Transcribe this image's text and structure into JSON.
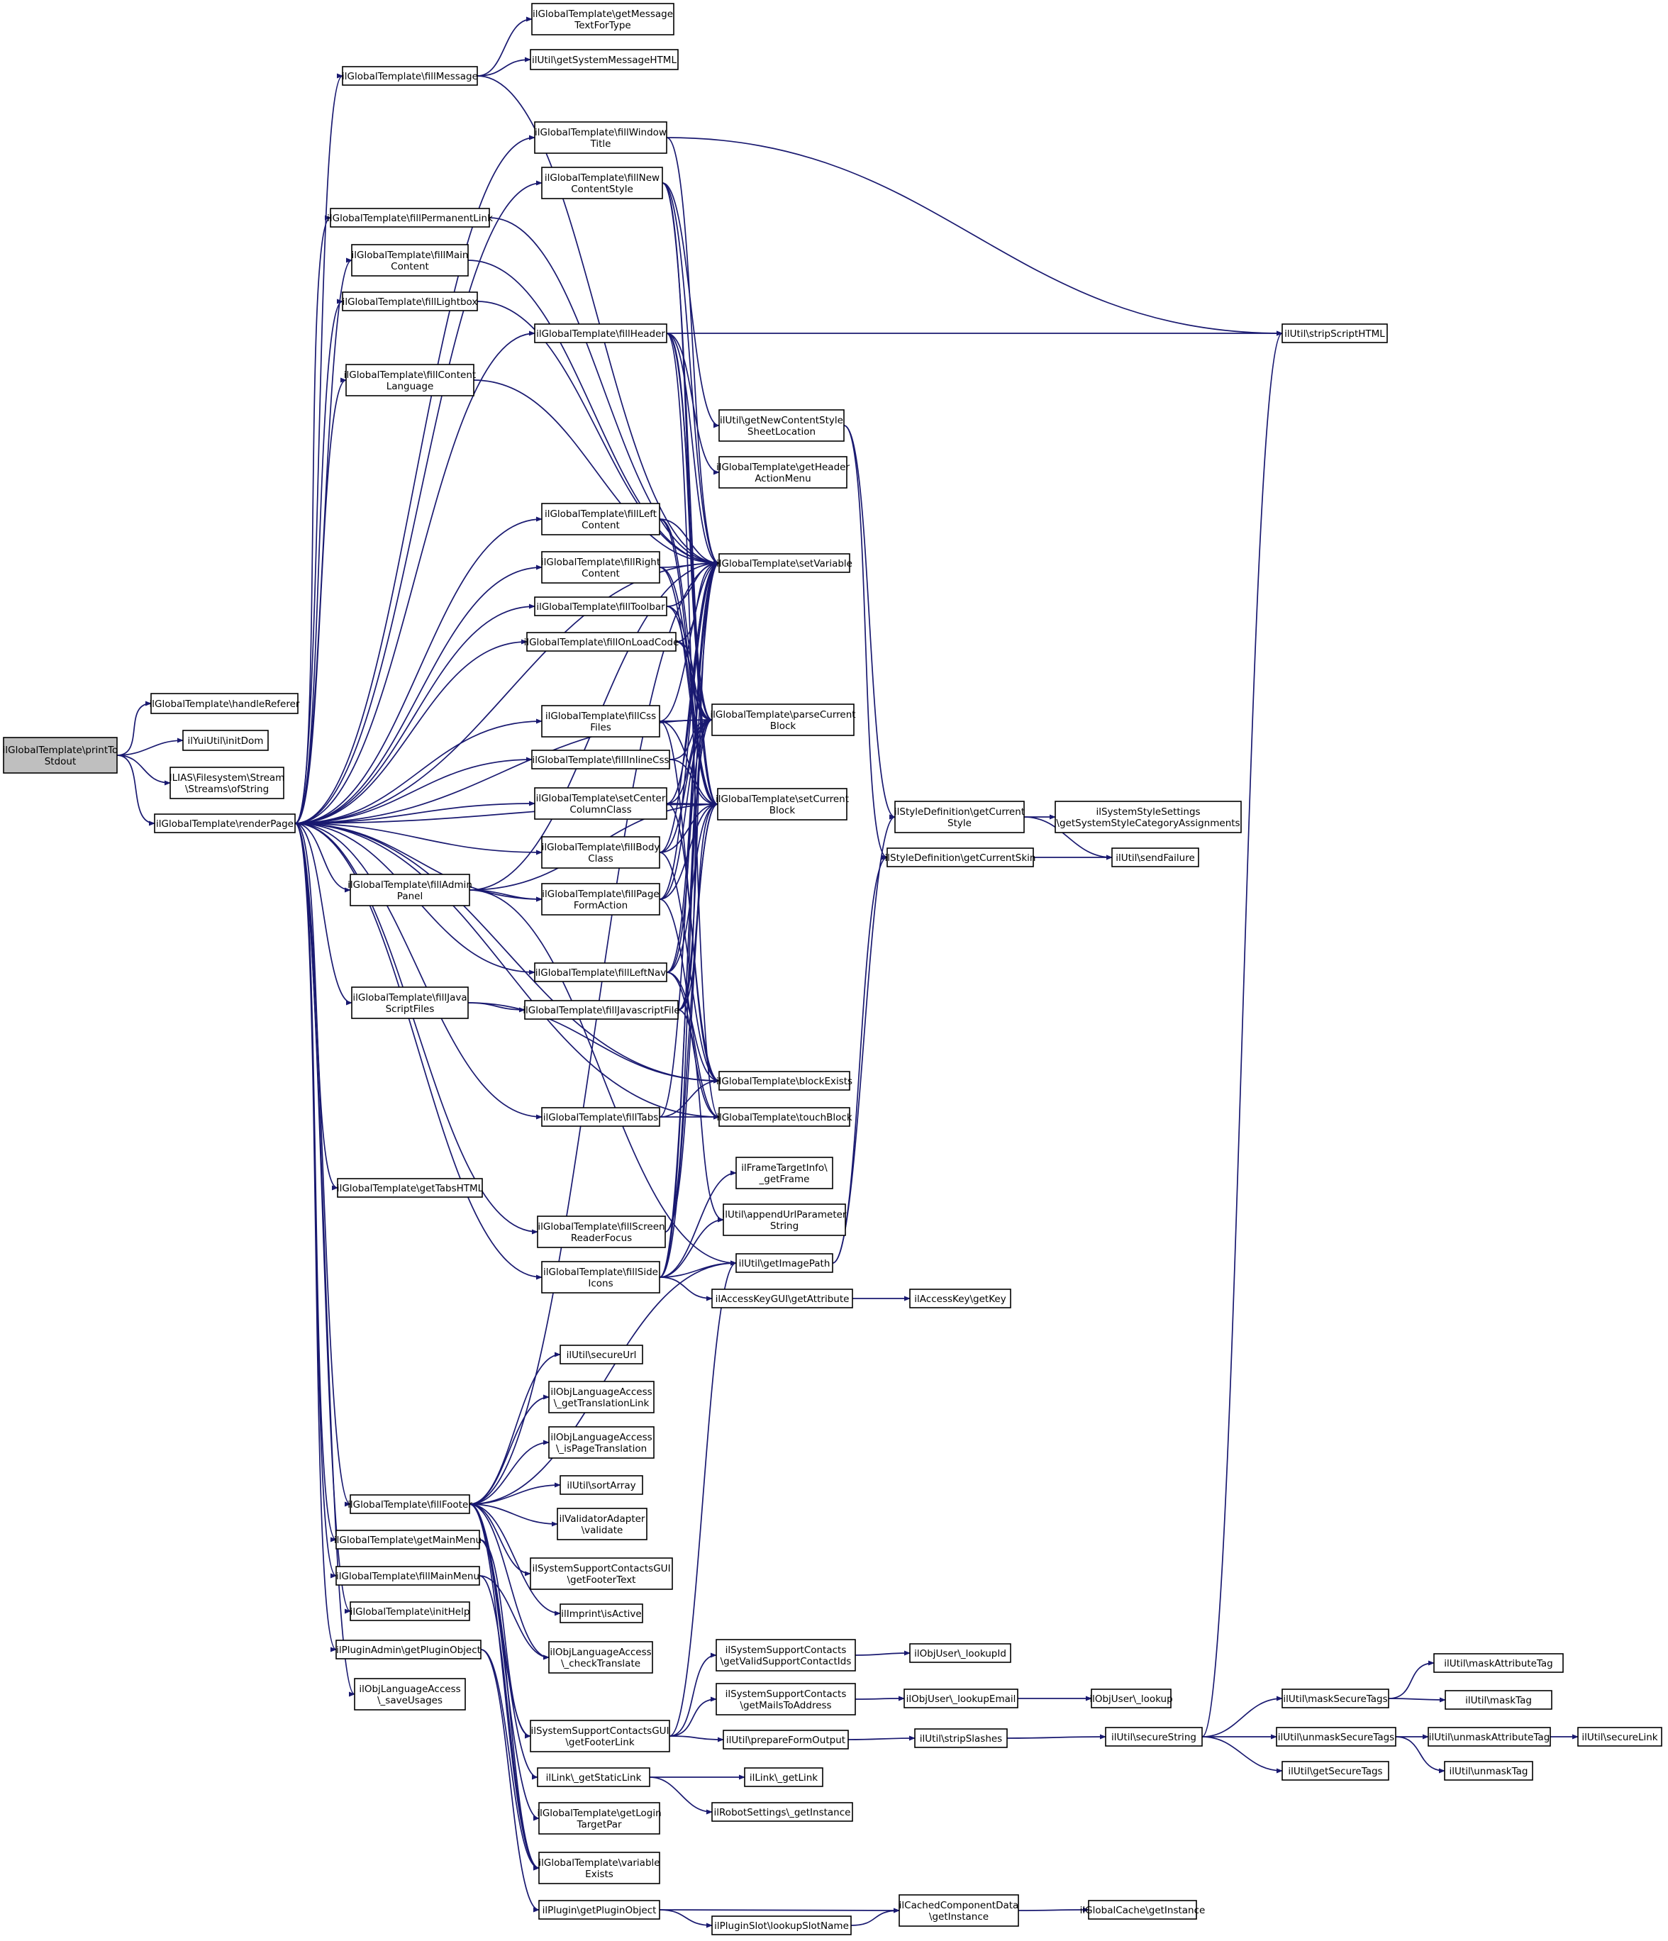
{
  "root": "n0",
  "nodes": [
    {
      "id": "n0",
      "lines": [
        "ilGlobalTemplate\\printTo",
        "Stdout"
      ],
      "root": true
    },
    {
      "id": "n1",
      "lines": [
        "ilGlobalTemplate\\handleReferer"
      ]
    },
    {
      "id": "n2",
      "lines": [
        "ilYuiUtil\\initDom"
      ]
    },
    {
      "id": "n3",
      "lines": [
        "ILIAS\\Filesystem\\Stream",
        "\\Streams\\ofString"
      ]
    },
    {
      "id": "n4",
      "lines": [
        "ilGlobalTemplate\\renderPage"
      ]
    },
    {
      "id": "n5",
      "lines": [
        "ilGlobalTemplate\\getMessage",
        "TextForType"
      ]
    },
    {
      "id": "n6",
      "lines": [
        "ilUtil\\getSystemMessageHTML"
      ]
    },
    {
      "id": "n7",
      "lines": [
        "ilGlobalTemplate\\fillMessage"
      ]
    },
    {
      "id": "n8",
      "lines": [
        "ilGlobalTemplate\\fillWindow",
        "Title"
      ]
    },
    {
      "id": "n9",
      "lines": [
        "ilGlobalTemplate\\fillNew",
        "ContentStyle"
      ]
    },
    {
      "id": "n10",
      "lines": [
        "ilGlobalTemplate\\fillPermanentLink"
      ]
    },
    {
      "id": "n11",
      "lines": [
        "ilGlobalTemplate\\fillMain",
        "Content"
      ]
    },
    {
      "id": "n12",
      "lines": [
        "ilGlobalTemplate\\fillLightbox"
      ]
    },
    {
      "id": "n13",
      "lines": [
        "ilGlobalTemplate\\fillHeader"
      ]
    },
    {
      "id": "n14",
      "lines": [
        "ilUtil\\stripScriptHTML"
      ]
    },
    {
      "id": "n15",
      "lines": [
        "ilGlobalTemplate\\fillContent",
        "Language"
      ]
    },
    {
      "id": "n16",
      "lines": [
        "ilUtil\\getNewContentStyle",
        "SheetLocation"
      ]
    },
    {
      "id": "n17",
      "lines": [
        "ilGlobalTemplate\\getHeader",
        "ActionMenu"
      ]
    },
    {
      "id": "n18",
      "lines": [
        "ilGlobalTemplate\\fillLeft",
        "Content"
      ]
    },
    {
      "id": "n19",
      "lines": [
        "ilGlobalTemplate\\setVariable"
      ]
    },
    {
      "id": "n20",
      "lines": [
        "ilGlobalTemplate\\fillRight",
        "Content"
      ]
    },
    {
      "id": "n21",
      "lines": [
        "ilGlobalTemplate\\fillToolbar"
      ]
    },
    {
      "id": "n22",
      "lines": [
        "ilGlobalTemplate\\fillOnLoadCode"
      ]
    },
    {
      "id": "n23",
      "lines": [
        "ilGlobalTemplate\\fillCss",
        "Files"
      ]
    },
    {
      "id": "n24",
      "lines": [
        "ilGlobalTemplate\\parseCurrent",
        "Block"
      ]
    },
    {
      "id": "n25",
      "lines": [
        "ilGlobalTemplate\\fillInlineCss"
      ]
    },
    {
      "id": "n26",
      "lines": [
        "ilGlobalTemplate\\setCenter",
        "ColumnClass"
      ]
    },
    {
      "id": "n27",
      "lines": [
        "ilGlobalTemplate\\setCurrent",
        "Block"
      ]
    },
    {
      "id": "n28",
      "lines": [
        "ilStyleDefinition\\getCurrent",
        "Style"
      ]
    },
    {
      "id": "n29",
      "lines": [
        "ilSystemStyleSettings",
        "\\getSystemStyleCategoryAssignments"
      ]
    },
    {
      "id": "n30",
      "lines": [
        "ilGlobalTemplate\\fillBody",
        "Class"
      ]
    },
    {
      "id": "n31",
      "lines": [
        "ilStyleDefinition\\getCurrentSkin"
      ]
    },
    {
      "id": "n32",
      "lines": [
        "ilUtil\\sendFailure"
      ]
    },
    {
      "id": "n33",
      "lines": [
        "ilGlobalTemplate\\fillAdmin",
        "Panel"
      ]
    },
    {
      "id": "n34",
      "lines": [
        "ilGlobalTemplate\\fillPage",
        "FormAction"
      ]
    },
    {
      "id": "n35",
      "lines": [
        "ilGlobalTemplate\\fillLeftNav"
      ]
    },
    {
      "id": "n36",
      "lines": [
        "ilGlobalTemplate\\fillJava",
        "ScriptFiles"
      ]
    },
    {
      "id": "n37",
      "lines": [
        "ilGlobalTemplate\\fillJavascriptFile"
      ]
    },
    {
      "id": "n38",
      "lines": [
        "ilGlobalTemplate\\blockExists"
      ]
    },
    {
      "id": "n39",
      "lines": [
        "ilGlobalTemplate\\fillTabs"
      ]
    },
    {
      "id": "n40",
      "lines": [
        "ilGlobalTemplate\\touchBlock"
      ]
    },
    {
      "id": "n41",
      "lines": [
        "ilFrameTargetInfo\\",
        "_getFrame"
      ]
    },
    {
      "id": "n42",
      "lines": [
        "ilGlobalTemplate\\getTabsHTML"
      ]
    },
    {
      "id": "n43",
      "lines": [
        "ilUtil\\appendUrlParameter",
        "String"
      ]
    },
    {
      "id": "n44",
      "lines": [
        "ilGlobalTemplate\\fillScreen",
        "ReaderFocus"
      ]
    },
    {
      "id": "n45",
      "lines": [
        "ilUtil\\getImagePath"
      ]
    },
    {
      "id": "n46",
      "lines": [
        "ilGlobalTemplate\\fillSide",
        "Icons"
      ]
    },
    {
      "id": "n47",
      "lines": [
        "ilAccessKeyGUI\\getAttribute"
      ]
    },
    {
      "id": "n48",
      "lines": [
        "ilAccessKey\\getKey"
      ]
    },
    {
      "id": "n49",
      "lines": [
        "ilUtil\\secureUrl"
      ]
    },
    {
      "id": "n50",
      "lines": [
        "ilObjLanguageAccess",
        "\\_getTranslationLink"
      ]
    },
    {
      "id": "n51",
      "lines": [
        "ilObjLanguageAccess",
        "\\_isPageTranslation"
      ]
    },
    {
      "id": "n52",
      "lines": [
        "ilUtil\\sortArray"
      ]
    },
    {
      "id": "n53",
      "lines": [
        "ilGlobalTemplate\\fillFooter"
      ]
    },
    {
      "id": "n54",
      "lines": [
        "ilValidatorAdapter",
        "\\validate"
      ]
    },
    {
      "id": "n55",
      "lines": [
        "ilGlobalTemplate\\getMainMenu"
      ]
    },
    {
      "id": "n56",
      "lines": [
        "ilSystemSupportContactsGUI",
        "\\getFooterText"
      ]
    },
    {
      "id": "n57",
      "lines": [
        "ilGlobalTemplate\\fillMainMenu"
      ]
    },
    {
      "id": "n58",
      "lines": [
        "ilImprint\\isActive"
      ]
    },
    {
      "id": "n59",
      "lines": [
        "ilGlobalTemplate\\initHelp"
      ]
    },
    {
      "id": "n60",
      "lines": [
        "ilObjLanguageAccess",
        "\\_checkTranslate"
      ]
    },
    {
      "id": "n61",
      "lines": [
        "ilPluginAdmin\\getPluginObject"
      ]
    },
    {
      "id": "n62",
      "lines": [
        "ilSystemSupportContacts",
        "\\getValidSupportContactIds"
      ]
    },
    {
      "id": "n63",
      "lines": [
        "ilObjUser\\_lookupId"
      ]
    },
    {
      "id": "n64",
      "lines": [
        "ilObjLanguageAccess",
        "\\_saveUsages"
      ]
    },
    {
      "id": "n65",
      "lines": [
        "ilUtil\\maskAttributeTag"
      ]
    },
    {
      "id": "n66",
      "lines": [
        "ilSystemSupportContacts",
        "\\getMailsToAddress"
      ]
    },
    {
      "id": "n67",
      "lines": [
        "ilObjUser\\_lookupEmail"
      ]
    },
    {
      "id": "n68",
      "lines": [
        "ilObjUser\\_lookup"
      ]
    },
    {
      "id": "n69",
      "lines": [
        "ilUtil\\maskSecureTags"
      ]
    },
    {
      "id": "n70",
      "lines": [
        "ilUtil\\maskTag"
      ]
    },
    {
      "id": "n71",
      "lines": [
        "ilSystemSupportContactsGUI",
        "\\getFooterLink"
      ]
    },
    {
      "id": "n72",
      "lines": [
        "ilUtil\\prepareFormOutput"
      ]
    },
    {
      "id": "n73",
      "lines": [
        "ilUtil\\stripSlashes"
      ]
    },
    {
      "id": "n74",
      "lines": [
        "ilUtil\\secureString"
      ]
    },
    {
      "id": "n75",
      "lines": [
        "ilUtil\\unmaskSecureTags"
      ]
    },
    {
      "id": "n76",
      "lines": [
        "ilUtil\\unmaskAttributeTag"
      ]
    },
    {
      "id": "n77",
      "lines": [
        "ilUtil\\secureLink"
      ]
    },
    {
      "id": "n78",
      "lines": [
        "ilUtil\\getSecureTags"
      ]
    },
    {
      "id": "n79",
      "lines": [
        "ilUtil\\unmaskTag"
      ]
    },
    {
      "id": "n80",
      "lines": [
        "ilLink\\_getStaticLink"
      ]
    },
    {
      "id": "n81",
      "lines": [
        "ilLink\\_getLink"
      ]
    },
    {
      "id": "n82",
      "lines": [
        "ilRobotSettings\\_getInstance"
      ]
    },
    {
      "id": "n83",
      "lines": [
        "ilGlobalTemplate\\getLogin",
        "TargetPar"
      ]
    },
    {
      "id": "n84",
      "lines": [
        "ilGlobalTemplate\\variable",
        "Exists"
      ]
    },
    {
      "id": "n85",
      "lines": [
        "ilPlugin\\getPluginObject"
      ]
    },
    {
      "id": "n86",
      "lines": [
        "ilCachedComponentData",
        "\\getInstance"
      ]
    },
    {
      "id": "n87",
      "lines": [
        "ilGlobalCache\\getInstance"
      ]
    },
    {
      "id": "n88",
      "lines": [
        "ilPluginSlot\\lookupSlotName"
      ]
    }
  ],
  "edges": [
    [
      "n0",
      "n1"
    ],
    [
      "n0",
      "n2"
    ],
    [
      "n0",
      "n3"
    ],
    [
      "n0",
      "n4"
    ],
    [
      "n4",
      "n7"
    ],
    [
      "n4",
      "n8"
    ],
    [
      "n4",
      "n9"
    ],
    [
      "n4",
      "n10"
    ],
    [
      "n4",
      "n11"
    ],
    [
      "n4",
      "n12"
    ],
    [
      "n4",
      "n13"
    ],
    [
      "n4",
      "n15"
    ],
    [
      "n4",
      "n18"
    ],
    [
      "n4",
      "n20"
    ],
    [
      "n4",
      "n21"
    ],
    [
      "n4",
      "n22"
    ],
    [
      "n4",
      "n23"
    ],
    [
      "n4",
      "n25"
    ],
    [
      "n4",
      "n26"
    ],
    [
      "n4",
      "n30"
    ],
    [
      "n4",
      "n33"
    ],
    [
      "n4",
      "n34"
    ],
    [
      "n4",
      "n35"
    ],
    [
      "n4",
      "n36"
    ],
    [
      "n4",
      "n39"
    ],
    [
      "n4",
      "n42"
    ],
    [
      "n4",
      "n44"
    ],
    [
      "n4",
      "n46"
    ],
    [
      "n4",
      "n53"
    ],
    [
      "n4",
      "n55"
    ],
    [
      "n4",
      "n57"
    ],
    [
      "n4",
      "n59"
    ],
    [
      "n4",
      "n61"
    ],
    [
      "n4",
      "n64"
    ],
    [
      "n4",
      "n19"
    ],
    [
      "n4",
      "n24"
    ],
    [
      "n4",
      "n27"
    ],
    [
      "n4",
      "n38"
    ],
    [
      "n4",
      "n40"
    ],
    [
      "n7",
      "n5"
    ],
    [
      "n7",
      "n6"
    ],
    [
      "n7",
      "n19"
    ],
    [
      "n8",
      "n14"
    ],
    [
      "n8",
      "n19"
    ],
    [
      "n9",
      "n16"
    ],
    [
      "n9",
      "n19"
    ],
    [
      "n9",
      "n24"
    ],
    [
      "n9",
      "n27"
    ],
    [
      "n10",
      "n19"
    ],
    [
      "n11",
      "n19"
    ],
    [
      "n12",
      "n19"
    ],
    [
      "n13",
      "n14"
    ],
    [
      "n13",
      "n17"
    ],
    [
      "n13",
      "n19"
    ],
    [
      "n13",
      "n24"
    ],
    [
      "n13",
      "n27"
    ],
    [
      "n13",
      "n40"
    ],
    [
      "n15",
      "n19"
    ],
    [
      "n16",
      "n28"
    ],
    [
      "n16",
      "n31"
    ],
    [
      "n18",
      "n19"
    ],
    [
      "n18",
      "n24"
    ],
    [
      "n18",
      "n27"
    ],
    [
      "n20",
      "n19"
    ],
    [
      "n20",
      "n24"
    ],
    [
      "n20",
      "n27"
    ],
    [
      "n21",
      "n19"
    ],
    [
      "n21",
      "n24"
    ],
    [
      "n21",
      "n27"
    ],
    [
      "n22",
      "n19"
    ],
    [
      "n22",
      "n24"
    ],
    [
      "n22",
      "n27"
    ],
    [
      "n23",
      "n19"
    ],
    [
      "n23",
      "n24"
    ],
    [
      "n23",
      "n27"
    ],
    [
      "n23",
      "n38"
    ],
    [
      "n25",
      "n24"
    ],
    [
      "n25",
      "n27"
    ],
    [
      "n26",
      "n19"
    ],
    [
      "n26",
      "n24"
    ],
    [
      "n26",
      "n27"
    ],
    [
      "n26",
      "n38"
    ],
    [
      "n28",
      "n29"
    ],
    [
      "n28",
      "n32"
    ],
    [
      "n31",
      "n32"
    ],
    [
      "n30",
      "n19"
    ],
    [
      "n30",
      "n24"
    ],
    [
      "n30",
      "n27"
    ],
    [
      "n30",
      "n38"
    ],
    [
      "n33",
      "n34"
    ],
    [
      "n33",
      "n19"
    ],
    [
      "n33",
      "n27"
    ],
    [
      "n33",
      "n45"
    ],
    [
      "n34",
      "n19"
    ],
    [
      "n34",
      "n24"
    ],
    [
      "n34",
      "n27"
    ],
    [
      "n34",
      "n40"
    ],
    [
      "n35",
      "n19"
    ],
    [
      "n35",
      "n24"
    ],
    [
      "n35",
      "n27"
    ],
    [
      "n35",
      "n38"
    ],
    [
      "n35",
      "n40"
    ],
    [
      "n36",
      "n37"
    ],
    [
      "n36",
      "n38"
    ],
    [
      "n37",
      "n19"
    ],
    [
      "n37",
      "n24"
    ],
    [
      "n37",
      "n27"
    ],
    [
      "n37",
      "n43"
    ],
    [
      "n39",
      "n19"
    ],
    [
      "n39",
      "n38"
    ],
    [
      "n39",
      "n40"
    ],
    [
      "n44",
      "n24"
    ],
    [
      "n44",
      "n27"
    ],
    [
      "n46",
      "n19"
    ],
    [
      "n46",
      "n24"
    ],
    [
      "n46",
      "n27"
    ],
    [
      "n46",
      "n41"
    ],
    [
      "n46",
      "n43"
    ],
    [
      "n46",
      "n45"
    ],
    [
      "n46",
      "n47"
    ],
    [
      "n45",
      "n28"
    ],
    [
      "n45",
      "n31"
    ],
    [
      "n47",
      "n48"
    ],
    [
      "n53",
      "n19"
    ],
    [
      "n53",
      "n49"
    ],
    [
      "n53",
      "n50"
    ],
    [
      "n53",
      "n51"
    ],
    [
      "n53",
      "n52"
    ],
    [
      "n53",
      "n54"
    ],
    [
      "n53",
      "n56"
    ],
    [
      "n53",
      "n58"
    ],
    [
      "n53",
      "n60"
    ],
    [
      "n53",
      "n71"
    ],
    [
      "n53",
      "n80"
    ],
    [
      "n53",
      "n83"
    ],
    [
      "n53",
      "n84"
    ],
    [
      "n53",
      "n45"
    ],
    [
      "n55",
      "n71"
    ],
    [
      "n55",
      "n84"
    ],
    [
      "n57",
      "n60"
    ],
    [
      "n57",
      "n84"
    ],
    [
      "n61",
      "n85"
    ],
    [
      "n61",
      "n84"
    ],
    [
      "n71",
      "n62"
    ],
    [
      "n71",
      "n66"
    ],
    [
      "n71",
      "n72"
    ],
    [
      "n71",
      "n45"
    ],
    [
      "n62",
      "n63"
    ],
    [
      "n66",
      "n67"
    ],
    [
      "n67",
      "n68"
    ],
    [
      "n72",
      "n73"
    ],
    [
      "n73",
      "n74"
    ],
    [
      "n74",
      "n14"
    ],
    [
      "n74",
      "n69"
    ],
    [
      "n74",
      "n75"
    ],
    [
      "n74",
      "n78"
    ],
    [
      "n69",
      "n65"
    ],
    [
      "n69",
      "n70"
    ],
    [
      "n75",
      "n76"
    ],
    [
      "n75",
      "n79"
    ],
    [
      "n76",
      "n77"
    ],
    [
      "n80",
      "n81"
    ],
    [
      "n80",
      "n82"
    ],
    [
      "n85",
      "n86"
    ],
    [
      "n85",
      "n88"
    ],
    [
      "n88",
      "n86"
    ],
    [
      "n86",
      "n87"
    ]
  ]
}
